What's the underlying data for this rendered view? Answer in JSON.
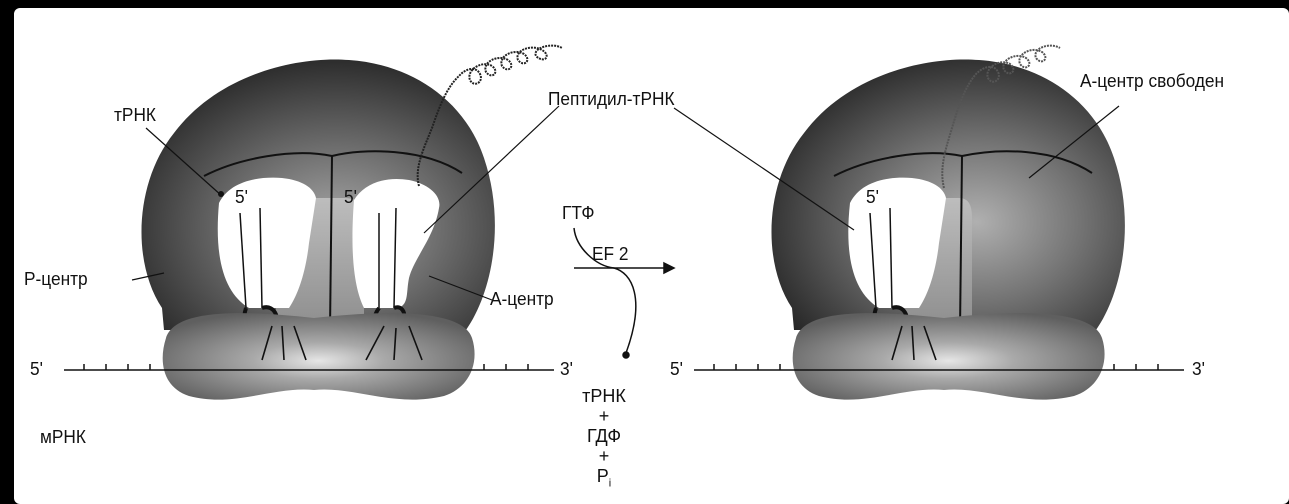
{
  "labels": {
    "trna_left": "тРНК",
    "peptidyl_trna": "Пептидил-тРНК",
    "a_site_free": "А-центр свободен",
    "p_site": "Р-центр",
    "a_site": "А-центр",
    "mrna": "мРНК",
    "gtp": "ГТФ",
    "ef2": "EF 2",
    "five_prime": "5'",
    "three_prime": "3'"
  },
  "released": {
    "trna": "тРНК",
    "plus": "+",
    "gdp": "ГДФ",
    "pi_main": "P",
    "pi_sub": "i"
  },
  "colors": {
    "background": "#000000",
    "slide": "#ffffff",
    "ribosome_dark": "#2e2e2e",
    "ribosome_light": "#9a9a9a",
    "trna_pocket": "#ffffff",
    "ink": "#111111"
  }
}
